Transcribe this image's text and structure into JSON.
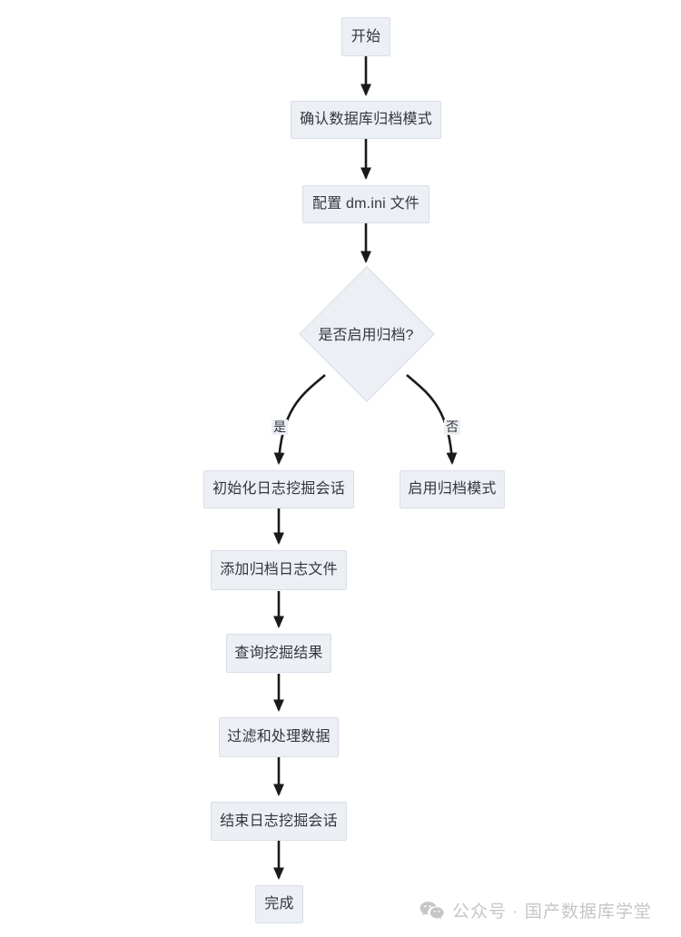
{
  "diagram": {
    "type": "flowchart",
    "direction": "top-to-bottom",
    "title_text": "",
    "nodes": [
      {
        "id": "start",
        "shape": "rect",
        "label": "开始"
      },
      {
        "id": "confirm",
        "shape": "rect",
        "label": "确认数据库归档模式"
      },
      {
        "id": "config",
        "shape": "rect",
        "label": "配置 dm.ini 文件"
      },
      {
        "id": "decision",
        "shape": "diamond",
        "label": "是否启用归档?"
      },
      {
        "id": "init",
        "shape": "rect",
        "label": "初始化日志挖掘会话"
      },
      {
        "id": "enable",
        "shape": "rect",
        "label": "启用归档模式"
      },
      {
        "id": "addlog",
        "shape": "rect",
        "label": "添加归档日志文件"
      },
      {
        "id": "query",
        "shape": "rect",
        "label": "查询挖掘结果"
      },
      {
        "id": "filter",
        "shape": "rect",
        "label": "过滤和处理数据"
      },
      {
        "id": "end_sess",
        "shape": "rect",
        "label": "结束日志挖掘会话"
      },
      {
        "id": "done",
        "shape": "rect",
        "label": "完成"
      }
    ],
    "edges": [
      {
        "from": "start",
        "to": "confirm",
        "label": ""
      },
      {
        "from": "confirm",
        "to": "config",
        "label": ""
      },
      {
        "from": "config",
        "to": "decision",
        "label": ""
      },
      {
        "from": "decision",
        "to": "init",
        "label": "是"
      },
      {
        "from": "decision",
        "to": "enable",
        "label": "否"
      },
      {
        "from": "init",
        "to": "addlog",
        "label": ""
      },
      {
        "from": "addlog",
        "to": "query",
        "label": ""
      },
      {
        "from": "query",
        "to": "filter",
        "label": ""
      },
      {
        "from": "filter",
        "to": "end_sess",
        "label": ""
      },
      {
        "from": "end_sess",
        "to": "done",
        "label": ""
      }
    ]
  },
  "watermark": {
    "icon": "wechat-icon",
    "text": "公众号 · 国产数据库学堂"
  },
  "colors": {
    "node_fill": "#eceff4",
    "node_border": "#d8dee9",
    "node_text": "#33373d",
    "edge_stroke": "#1a1a1a",
    "background": "#ffffff",
    "watermark_text": "#c6c6c6"
  }
}
